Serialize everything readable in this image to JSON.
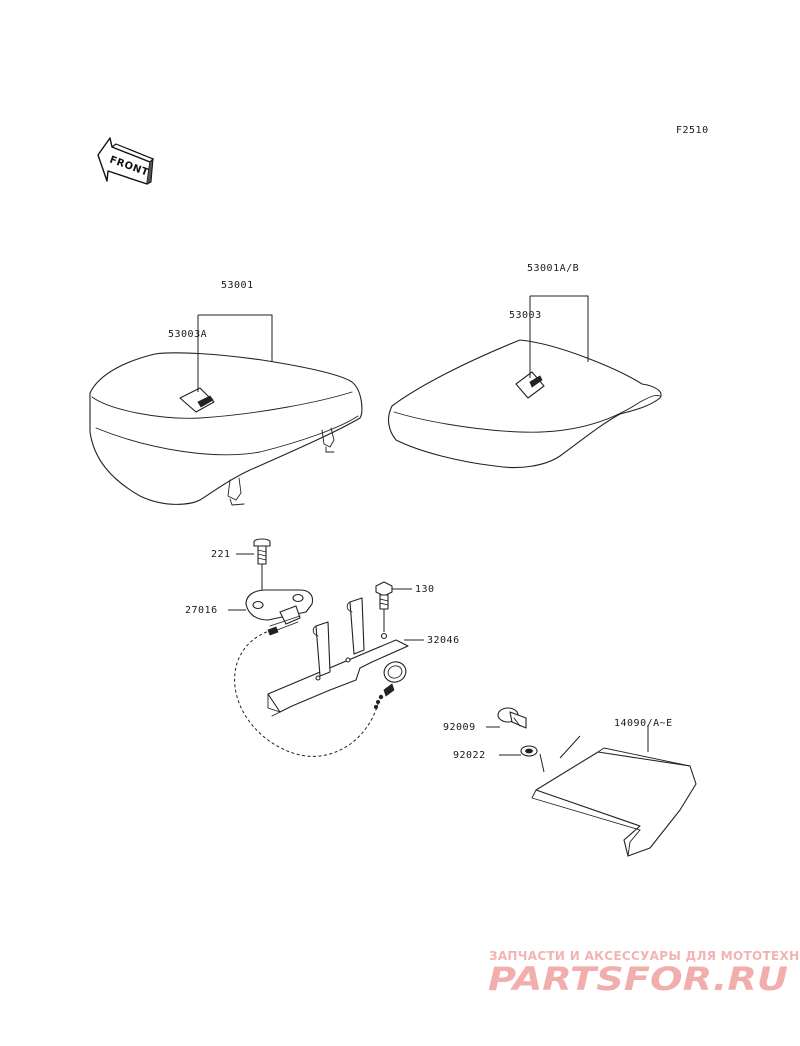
{
  "figure_code": "F2510",
  "front_arrow_text": "FRONT",
  "callouts": {
    "seat_front": "53001",
    "seat_front_sub": "53003A",
    "seat_rear": "53001A/B",
    "seat_rear_sub": "53003",
    "screw": "221",
    "bolt": "130",
    "lock": "27016",
    "bracket": "32046",
    "bolt_small": "92009",
    "washer": "92022",
    "cover": "14090/A~E"
  },
  "watermark": {
    "tagline": "ЗАПЧАСТИ И АКСЕССУАРЫ ДЛЯ МОТОТЕХНИКИ",
    "logo_text": "PARTSFOR.RU",
    "color": "#e86a6a"
  }
}
